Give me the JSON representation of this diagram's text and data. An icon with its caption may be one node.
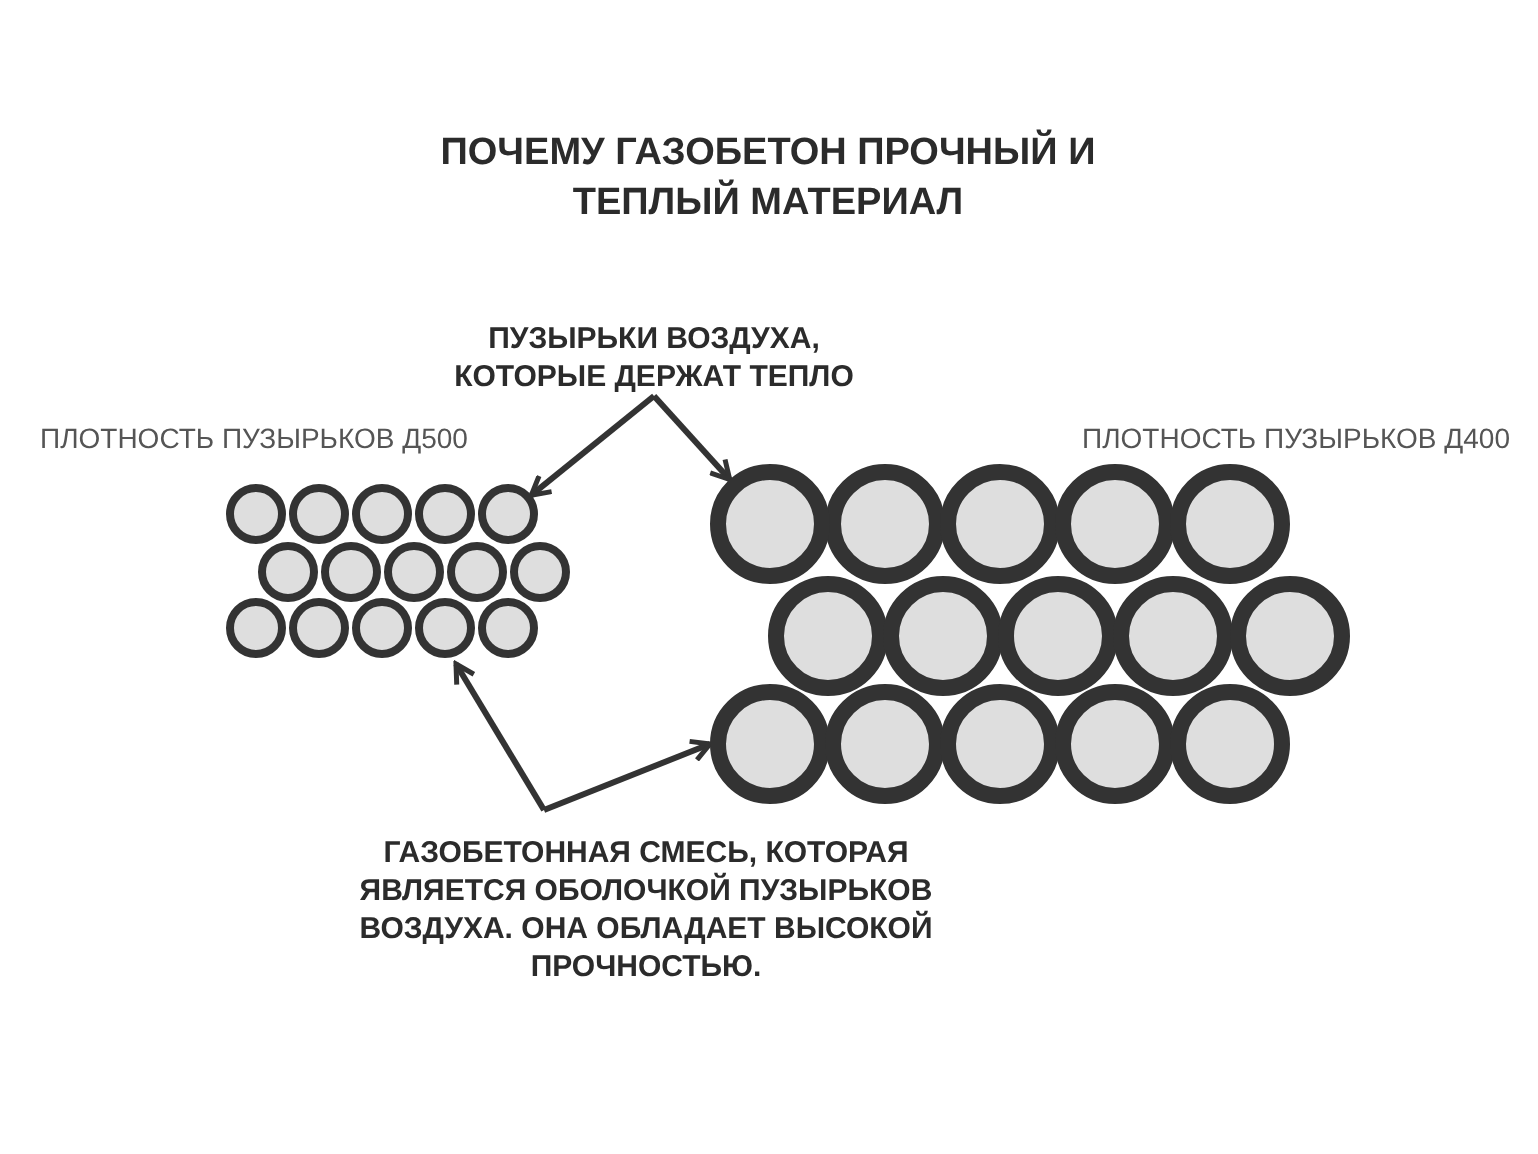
{
  "diagram": {
    "title": "ПОЧЕМУ ГАЗОБЕТОН ПРОЧНЫЙ И ТЕПЛЫЙ МАТЕРИАЛ",
    "nodes": [
      {
        "text": [
          "ПУЗЫРЬКИ ВОЗДУХА, КОТОРЫЕ ДЕРЖАТ ТЕПЛО"
        ]
      },
      {
        "text": [],
        "shape": "picture",
        "beside": [
          "ПЛОТНОСТЬ ПУЗЫРЬКОВ Д500"
        ]
      },
      {
        "text": [],
        "shape": "picture",
        "beside": [
          "ПЛОТНОСТЬ ПУЗЫРЬКОВ Д400"
        ]
      },
      {
        "text": [],
        "shape": "circle",
        "in": 1
      },
      {
        "text": [],
        "shape": "circle",
        "in": 2
      },
      {
        "text": [
          "ГАЗОБЕТОННАЯ СМЕСЬ, КОТОРАЯ ЯВЛЯЕТСЯ ОБОЛОЧКОЙ ПУЗЫРЬКОВ ВОЗДУХА. ОНА ОБЛАДАЕТ ВЫСОКОЙ ПРОЧНОСТЬЮ."
        ]
      }
    ],
    "edges": [
      {
        "from": 0,
        "to": 3,
        "arrow": "to"
      },
      {
        "from": 0,
        "to": 4,
        "arrow": "to"
      },
      {
        "from": 5,
        "to": 1,
        "arrow": "to"
      },
      {
        "from": 5,
        "to": 2,
        "arrow": "to"
      }
    ]
  }
}
